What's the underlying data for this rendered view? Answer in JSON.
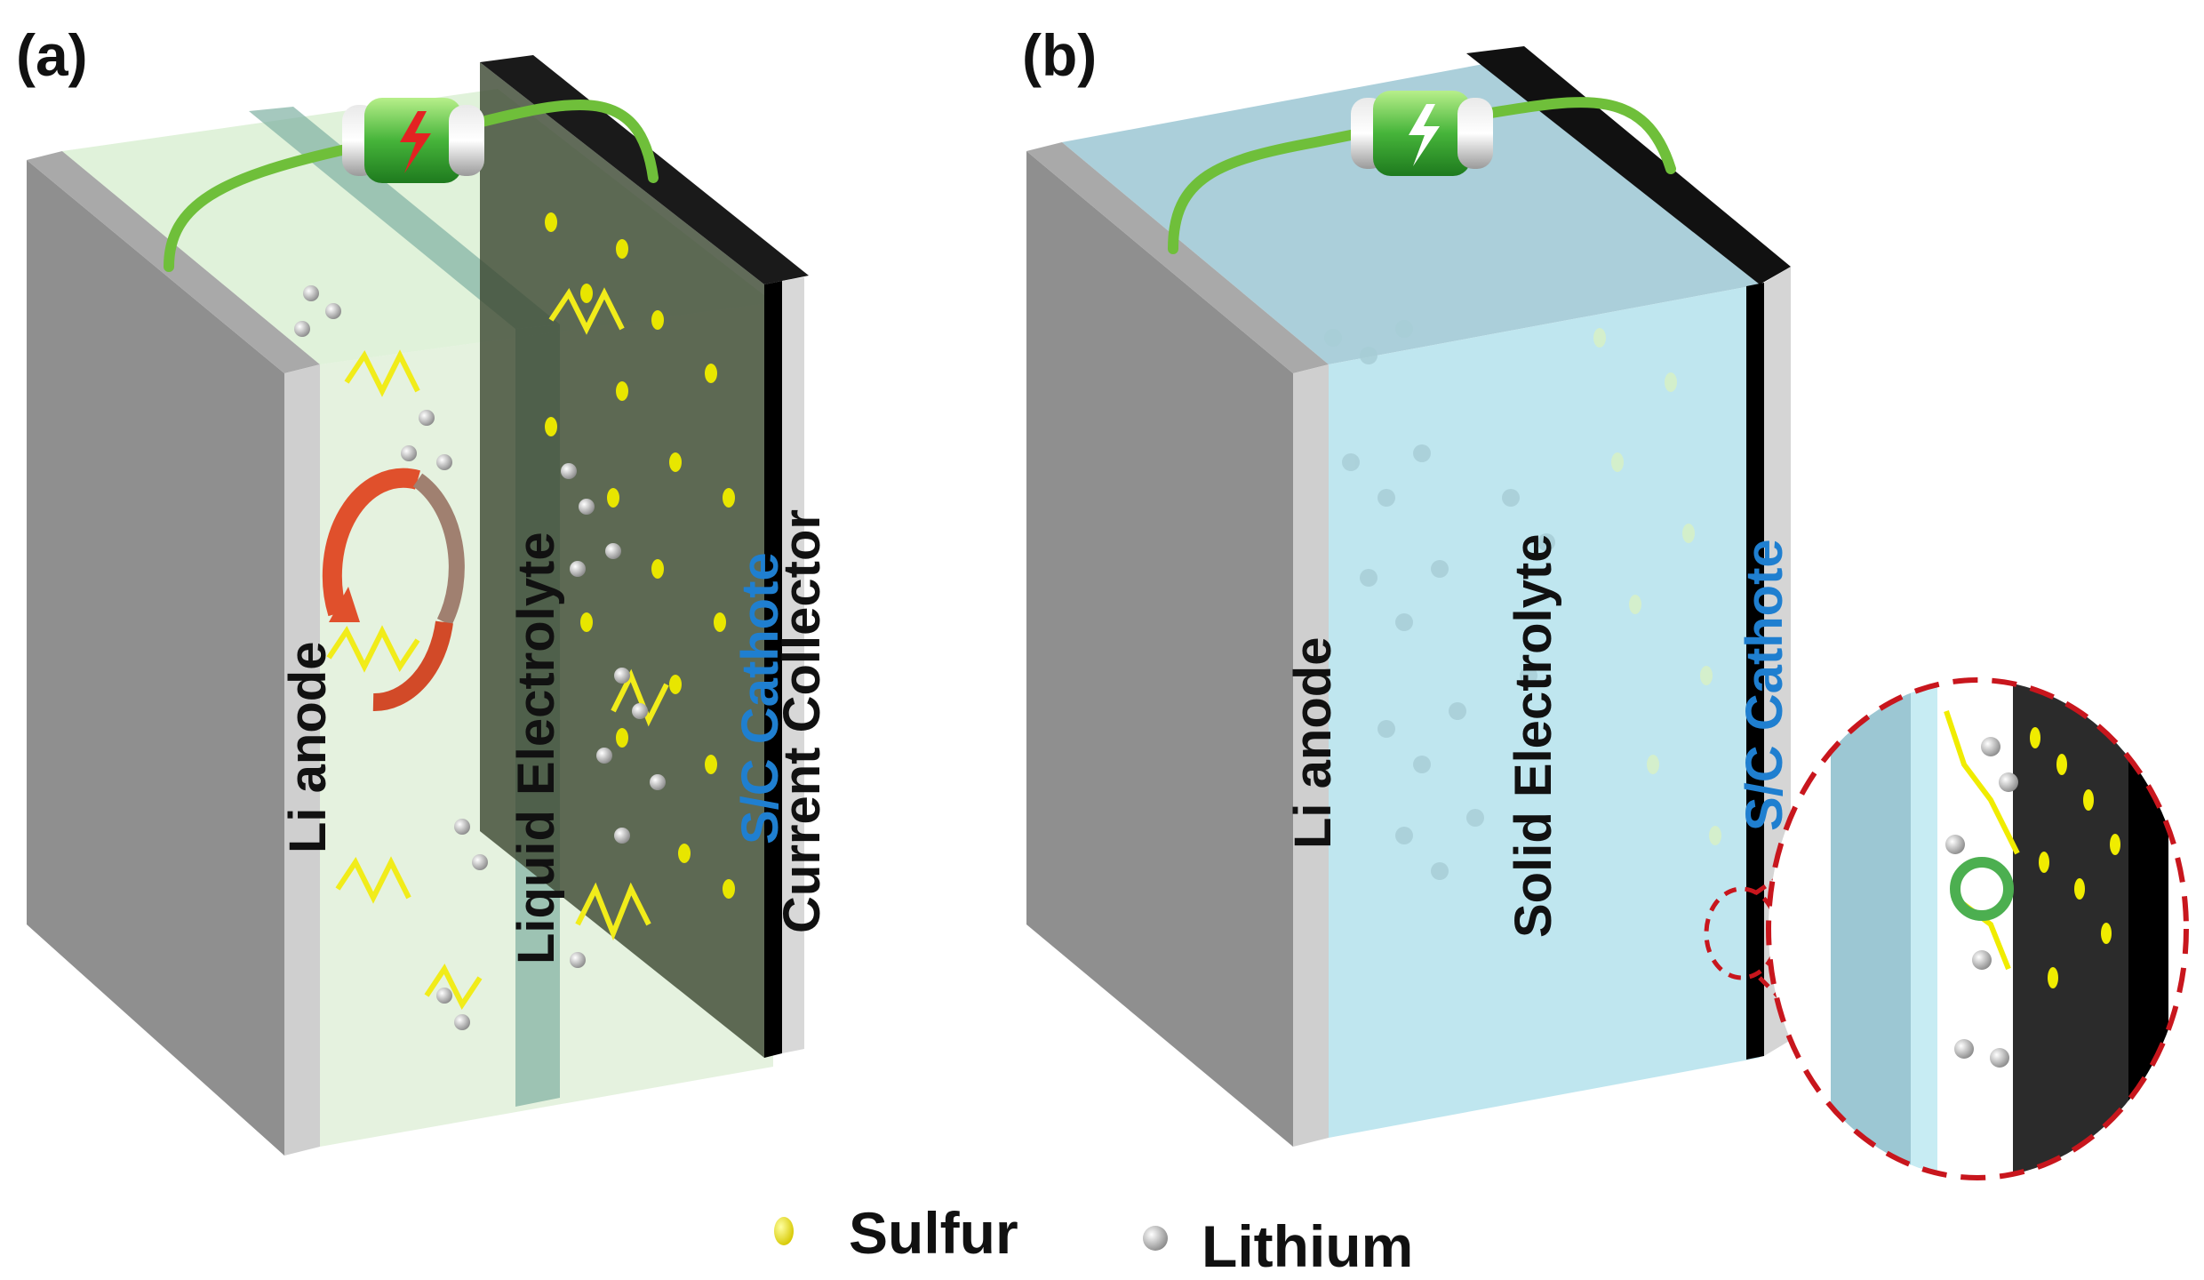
{
  "panels": {
    "a": {
      "label": "(a)",
      "anode_label": "Li anode",
      "electrolyte_label": "Liquid Electrolyte",
      "cathode_label": "S/C  Cathote",
      "collector_label": "Current Collector"
    },
    "b": {
      "label": "(b)",
      "anode_label": "Li anode",
      "electrolyte_label": "Solid Electrolyte",
      "cathode_label": "S/C  Cathote"
    }
  },
  "legend": {
    "sulfur": "Sulfur",
    "lithium": "Lithium"
  },
  "colors": {
    "sulfur": "#e8e600",
    "lithium": "#b9b9b9",
    "cathode_label": "#1f7fd0",
    "wire": "#6fbf3a",
    "zoom_ring": "#c8161d",
    "shuttle_arrow": "#e0502c"
  },
  "icons": {
    "battery": "battery-icon",
    "shuttle": "shuttle-cycle-icon",
    "zoom": "zoom-lens-icon"
  }
}
